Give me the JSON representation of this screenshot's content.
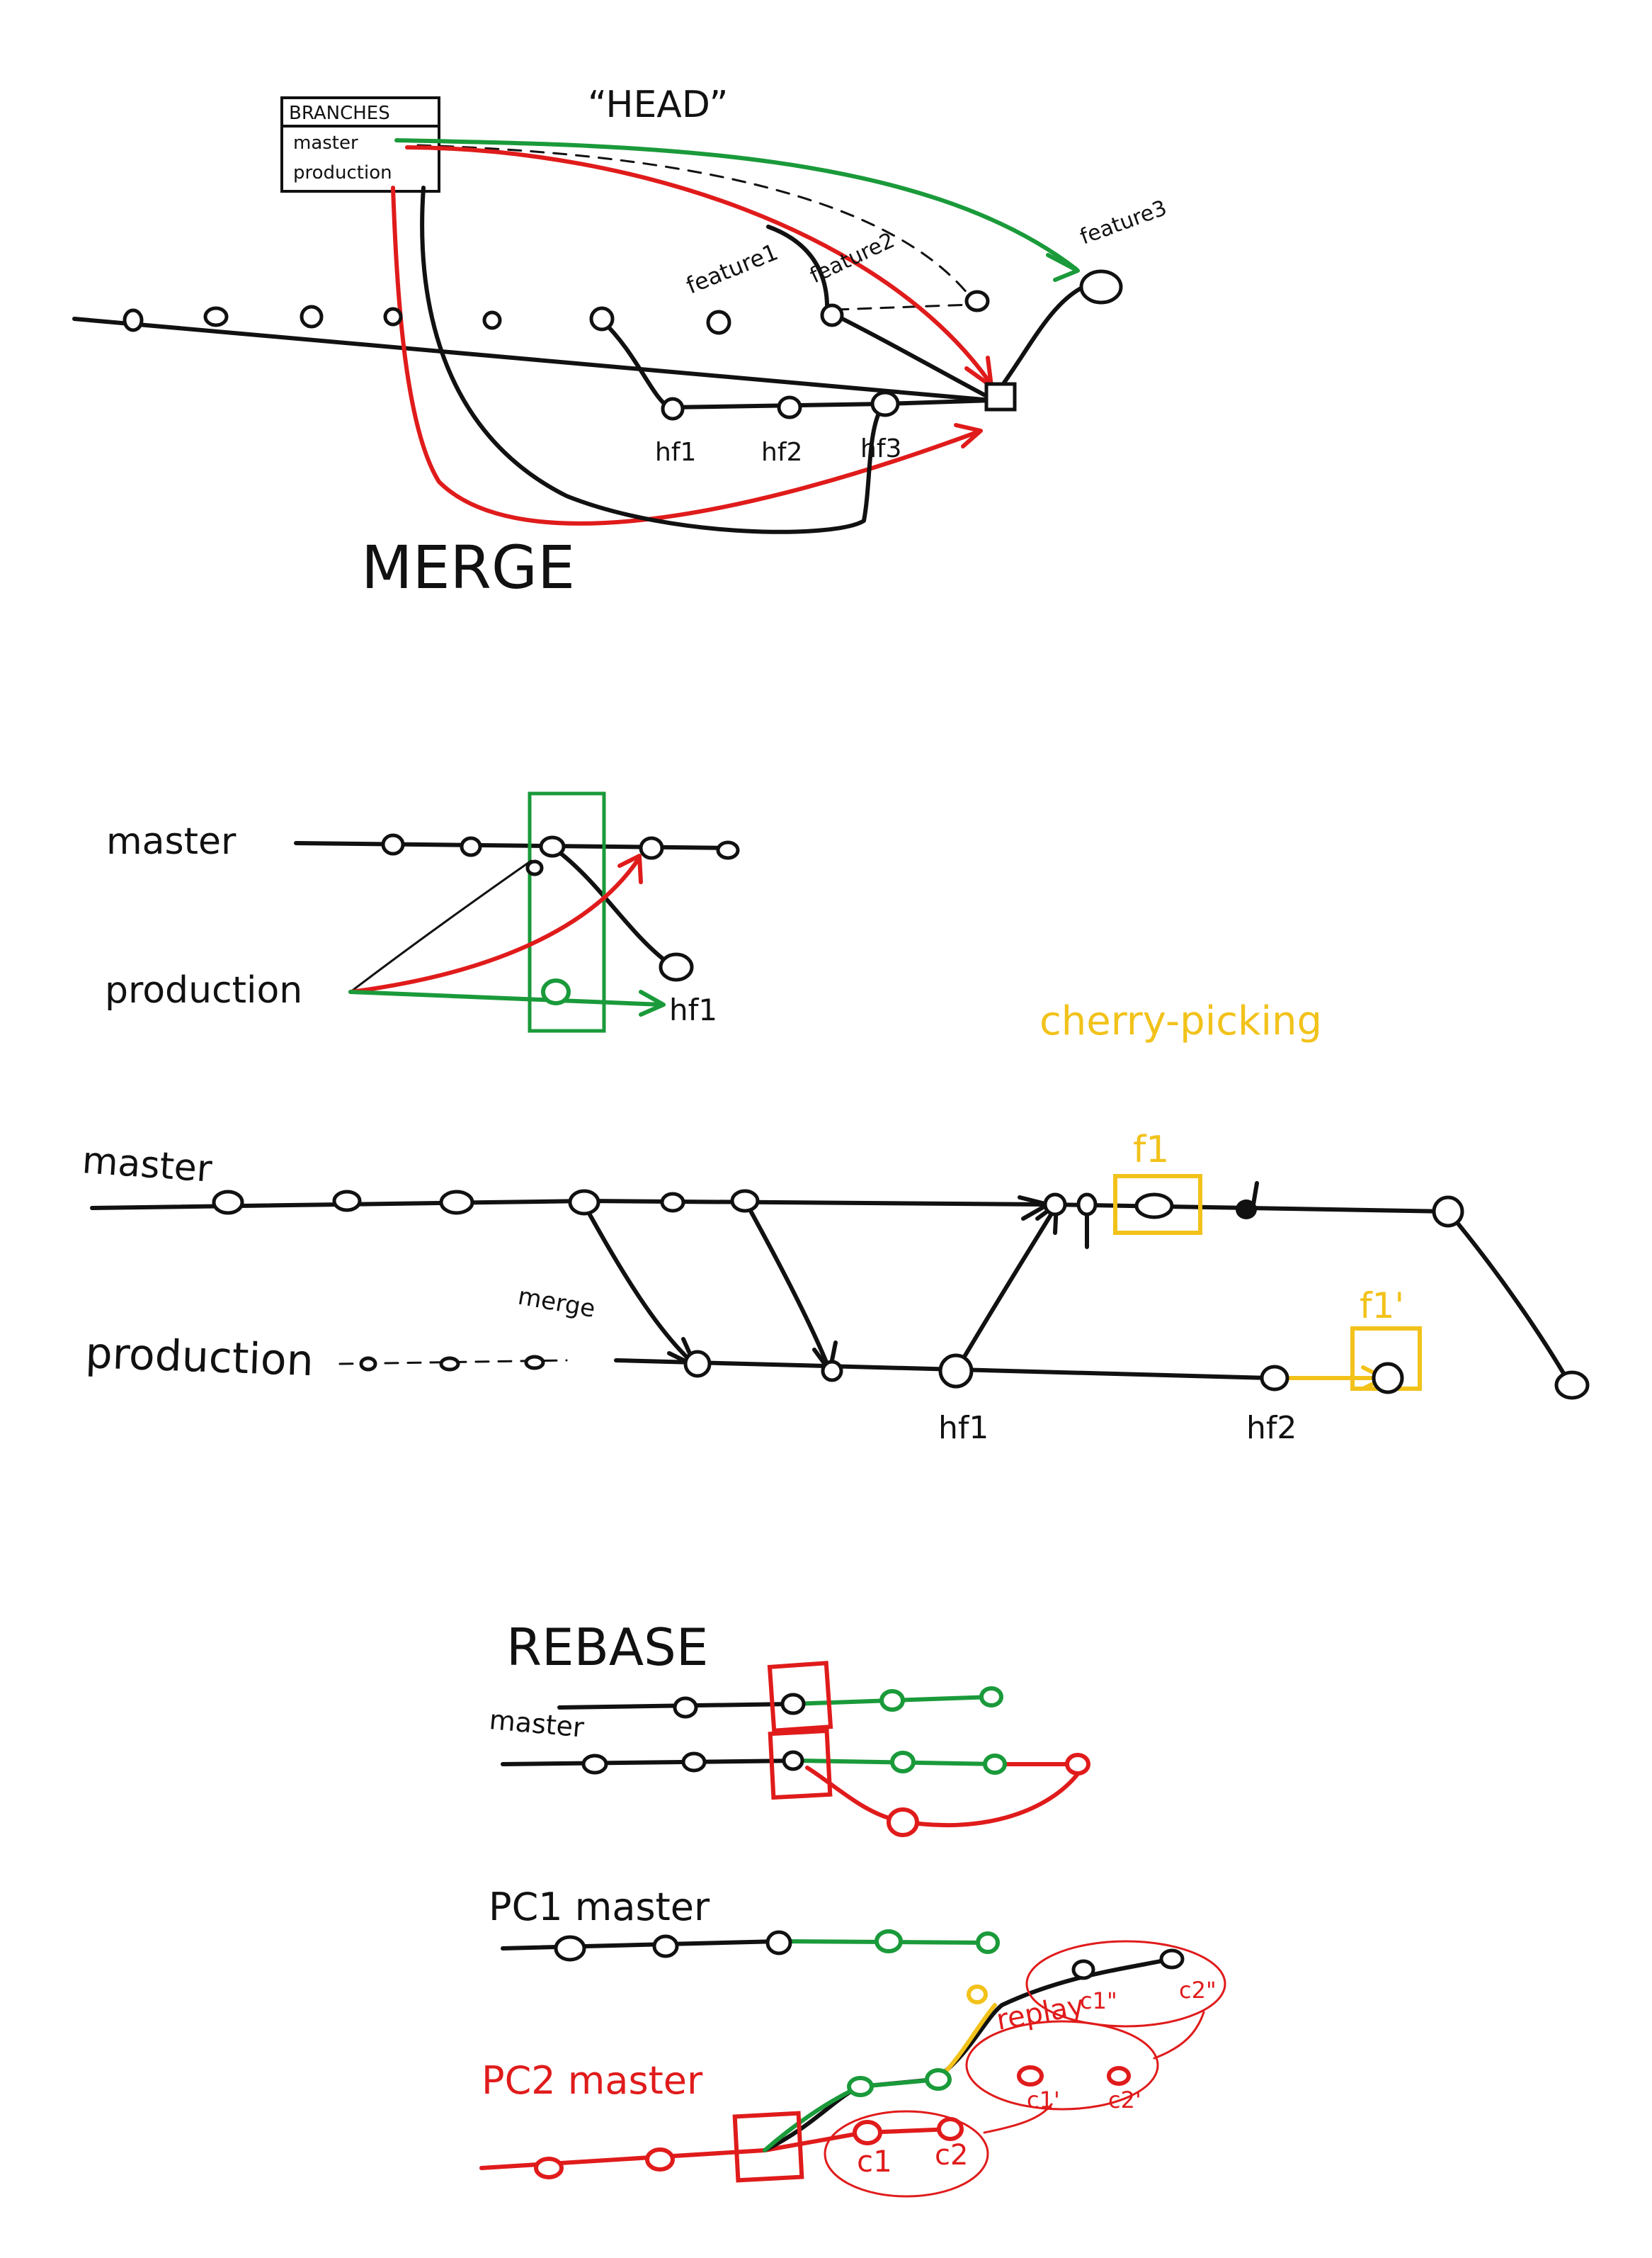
{
  "merge": {
    "heading": "MERGE",
    "head_label": "“HEAD”",
    "branches_box": {
      "title": "BRANCHES",
      "items": [
        "master",
        "production"
      ]
    },
    "feature_labels": [
      "feature1",
      "feature2",
      "feature3"
    ],
    "hf_labels": [
      "hf1",
      "hf2",
      "hf3"
    ]
  },
  "branch_diagram": {
    "master_label": "master",
    "production_label": "production",
    "hf_label": "hf1"
  },
  "cherry": {
    "title": "cherry-picking",
    "master_label": "master",
    "production_label": "production",
    "merge_label": "merge",
    "f1_label": "f1",
    "f1_prime_label": "f1'",
    "hf1_label": "hf1",
    "hf2_label": "hf2"
  },
  "rebase": {
    "heading": "REBASE",
    "master_label": "master",
    "pc1_label": "PC1 master",
    "pc2_label": "PC2 master",
    "replay_label": "replay",
    "c_labels": [
      "c1",
      "c2"
    ],
    "c_prime_labels": [
      "c1'",
      "c2'"
    ],
    "c_dprime_labels": [
      "c1\"",
      "c2\""
    ]
  },
  "colors": {
    "ink": "#111111",
    "green": "#1a9a3a",
    "red": "#e01b1b",
    "yellow": "#f2c21a"
  }
}
